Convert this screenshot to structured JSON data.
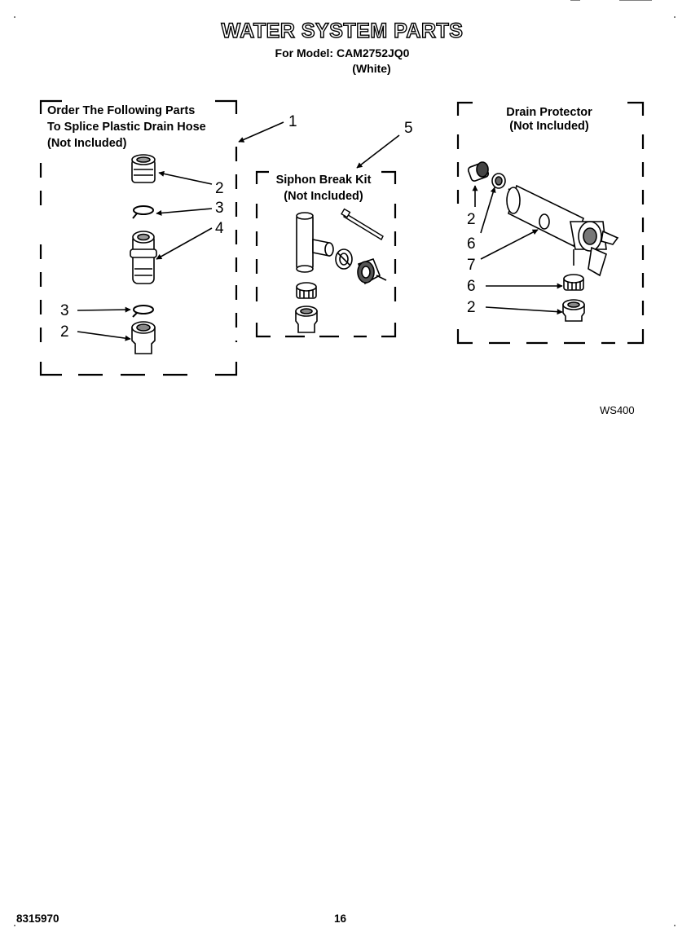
{
  "header": {
    "title": "WATER SYSTEM PARTS",
    "model": "For Model: CAM2752JQ0",
    "color": "(White)"
  },
  "groups": {
    "splice": {
      "label": [
        "Order The Following Parts",
        "To Splice Plastic Drain Hose",
        "(Not Included)"
      ],
      "callout": "1"
    },
    "siphon": {
      "label": [
        "Siphon Break Kit",
        "(Not Included)"
      ],
      "callout": "5"
    },
    "drain": {
      "label": [
        "Drain Protector",
        "(Not Included)"
      ]
    }
  },
  "callouts": {
    "splice": [
      "2",
      "3",
      "4",
      "3",
      "2"
    ],
    "drain": [
      "2",
      "6",
      "7",
      "6",
      "2"
    ]
  },
  "figure_code": "WS400",
  "footer": {
    "part_number": "8315970",
    "page_number": "16"
  }
}
